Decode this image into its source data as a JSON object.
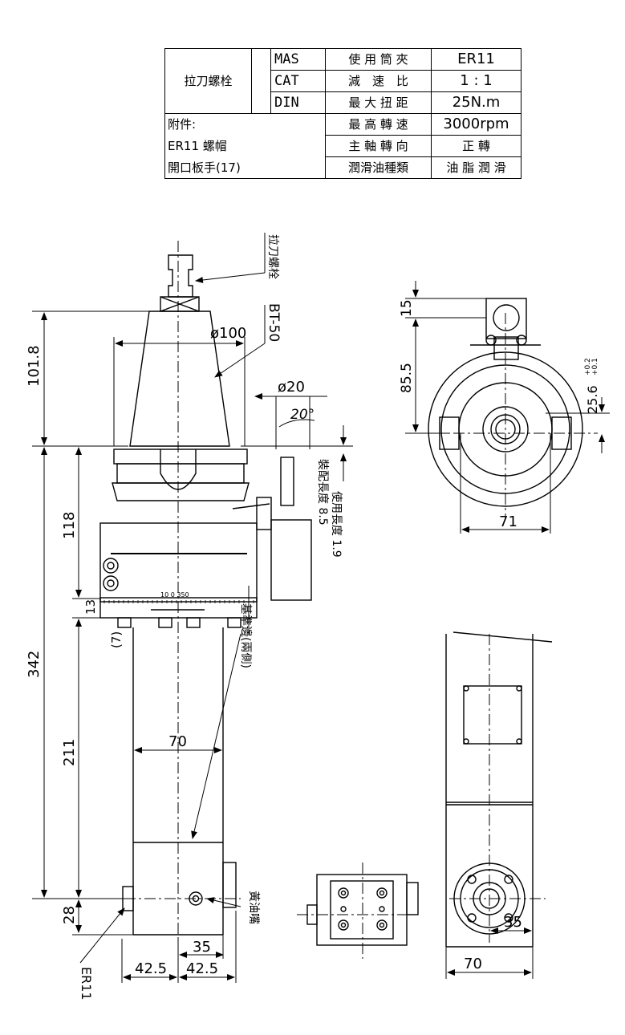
{
  "spec_table": {
    "pull_stud_label": "拉刀螺栓",
    "standards": [
      "MAS",
      "CAT",
      "DIN"
    ],
    "rows": [
      {
        "label": "使 用 筒 夾",
        "value": "ER11"
      },
      {
        "label": "減　速　比",
        "value": "1 : 1"
      },
      {
        "label": "最 大 扭 距",
        "value": "25N.m"
      },
      {
        "label": "最 高 轉 速",
        "value": "3000rpm"
      },
      {
        "label": "主 軸 轉 向",
        "value": "正 轉"
      },
      {
        "label": "潤滑油種類",
        "value": "油 脂 潤 滑"
      }
    ],
    "accessories_title": "附件:",
    "accessories": [
      "ER11 螺帽",
      "開口板手(17)"
    ]
  },
  "callouts": {
    "pull_stud": "拉刀螺栓",
    "taper": "BT-50",
    "datum_surface": "基準邊(兩側)",
    "grease_nipple": "黃油嘴",
    "collet": "ER11",
    "install_length": "裝配長度 8.5",
    "use_length": "使用長度 1.9"
  },
  "dimensions": {
    "d_taper": "ø100",
    "d_pin": "ø20",
    "angle": "20°",
    "h_101": "101.8",
    "h_342": "342",
    "h_118": "118",
    "h_13": "13",
    "h_7": "(7)",
    "h_211": "211",
    "h_28": "28",
    "w_70_front": "70",
    "w_35_front": "35",
    "w_42a": "42.5",
    "w_42b": "42.5",
    "top_15": "15",
    "top_85": "85.5",
    "top_25": "25.6",
    "top_tol_plus": "+0.2",
    "top_tol_minus": "+0.1",
    "top_71": "71",
    "side_35": "35",
    "side_70": "70",
    "scale_nums": "10  0  350"
  },
  "colors": {
    "line": "#000000",
    "background": "#ffffff"
  }
}
